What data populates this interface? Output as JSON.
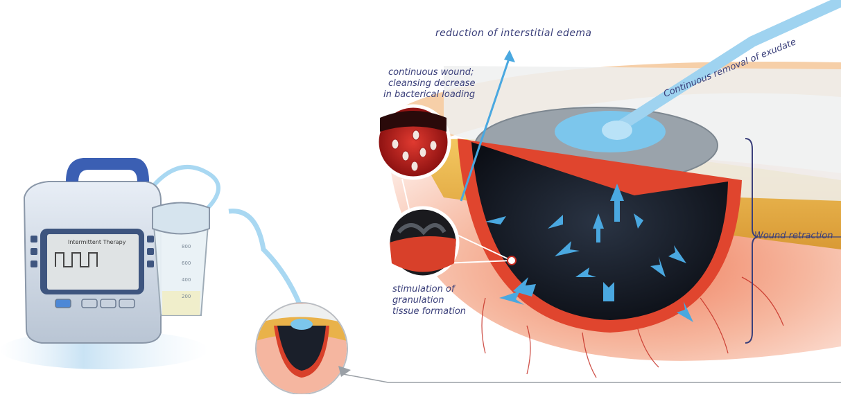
{
  "labels": {
    "edema": "reduction of interstitial edema",
    "exudate": "Continuous removal of exudate",
    "cleansing": [
      "continuous wound;",
      "cleansing decrease",
      "in bacterical loading"
    ],
    "granulation": [
      "stimulation of",
      "granulation",
      "tissue formation"
    ],
    "retraction": "Wound retraction"
  },
  "device": {
    "screen_title": "Intermittent Therapy",
    "canister_marks": [
      "800",
      "600",
      "400",
      "200"
    ]
  },
  "colors": {
    "label_text": "#3a3f7a",
    "arrow_blue": "#4aa8e0",
    "foam": "#1a1f2a",
    "tissue_red": "#d8402a",
    "fat_yellow": "#e9b24a",
    "skin": "#f5c6a0"
  }
}
